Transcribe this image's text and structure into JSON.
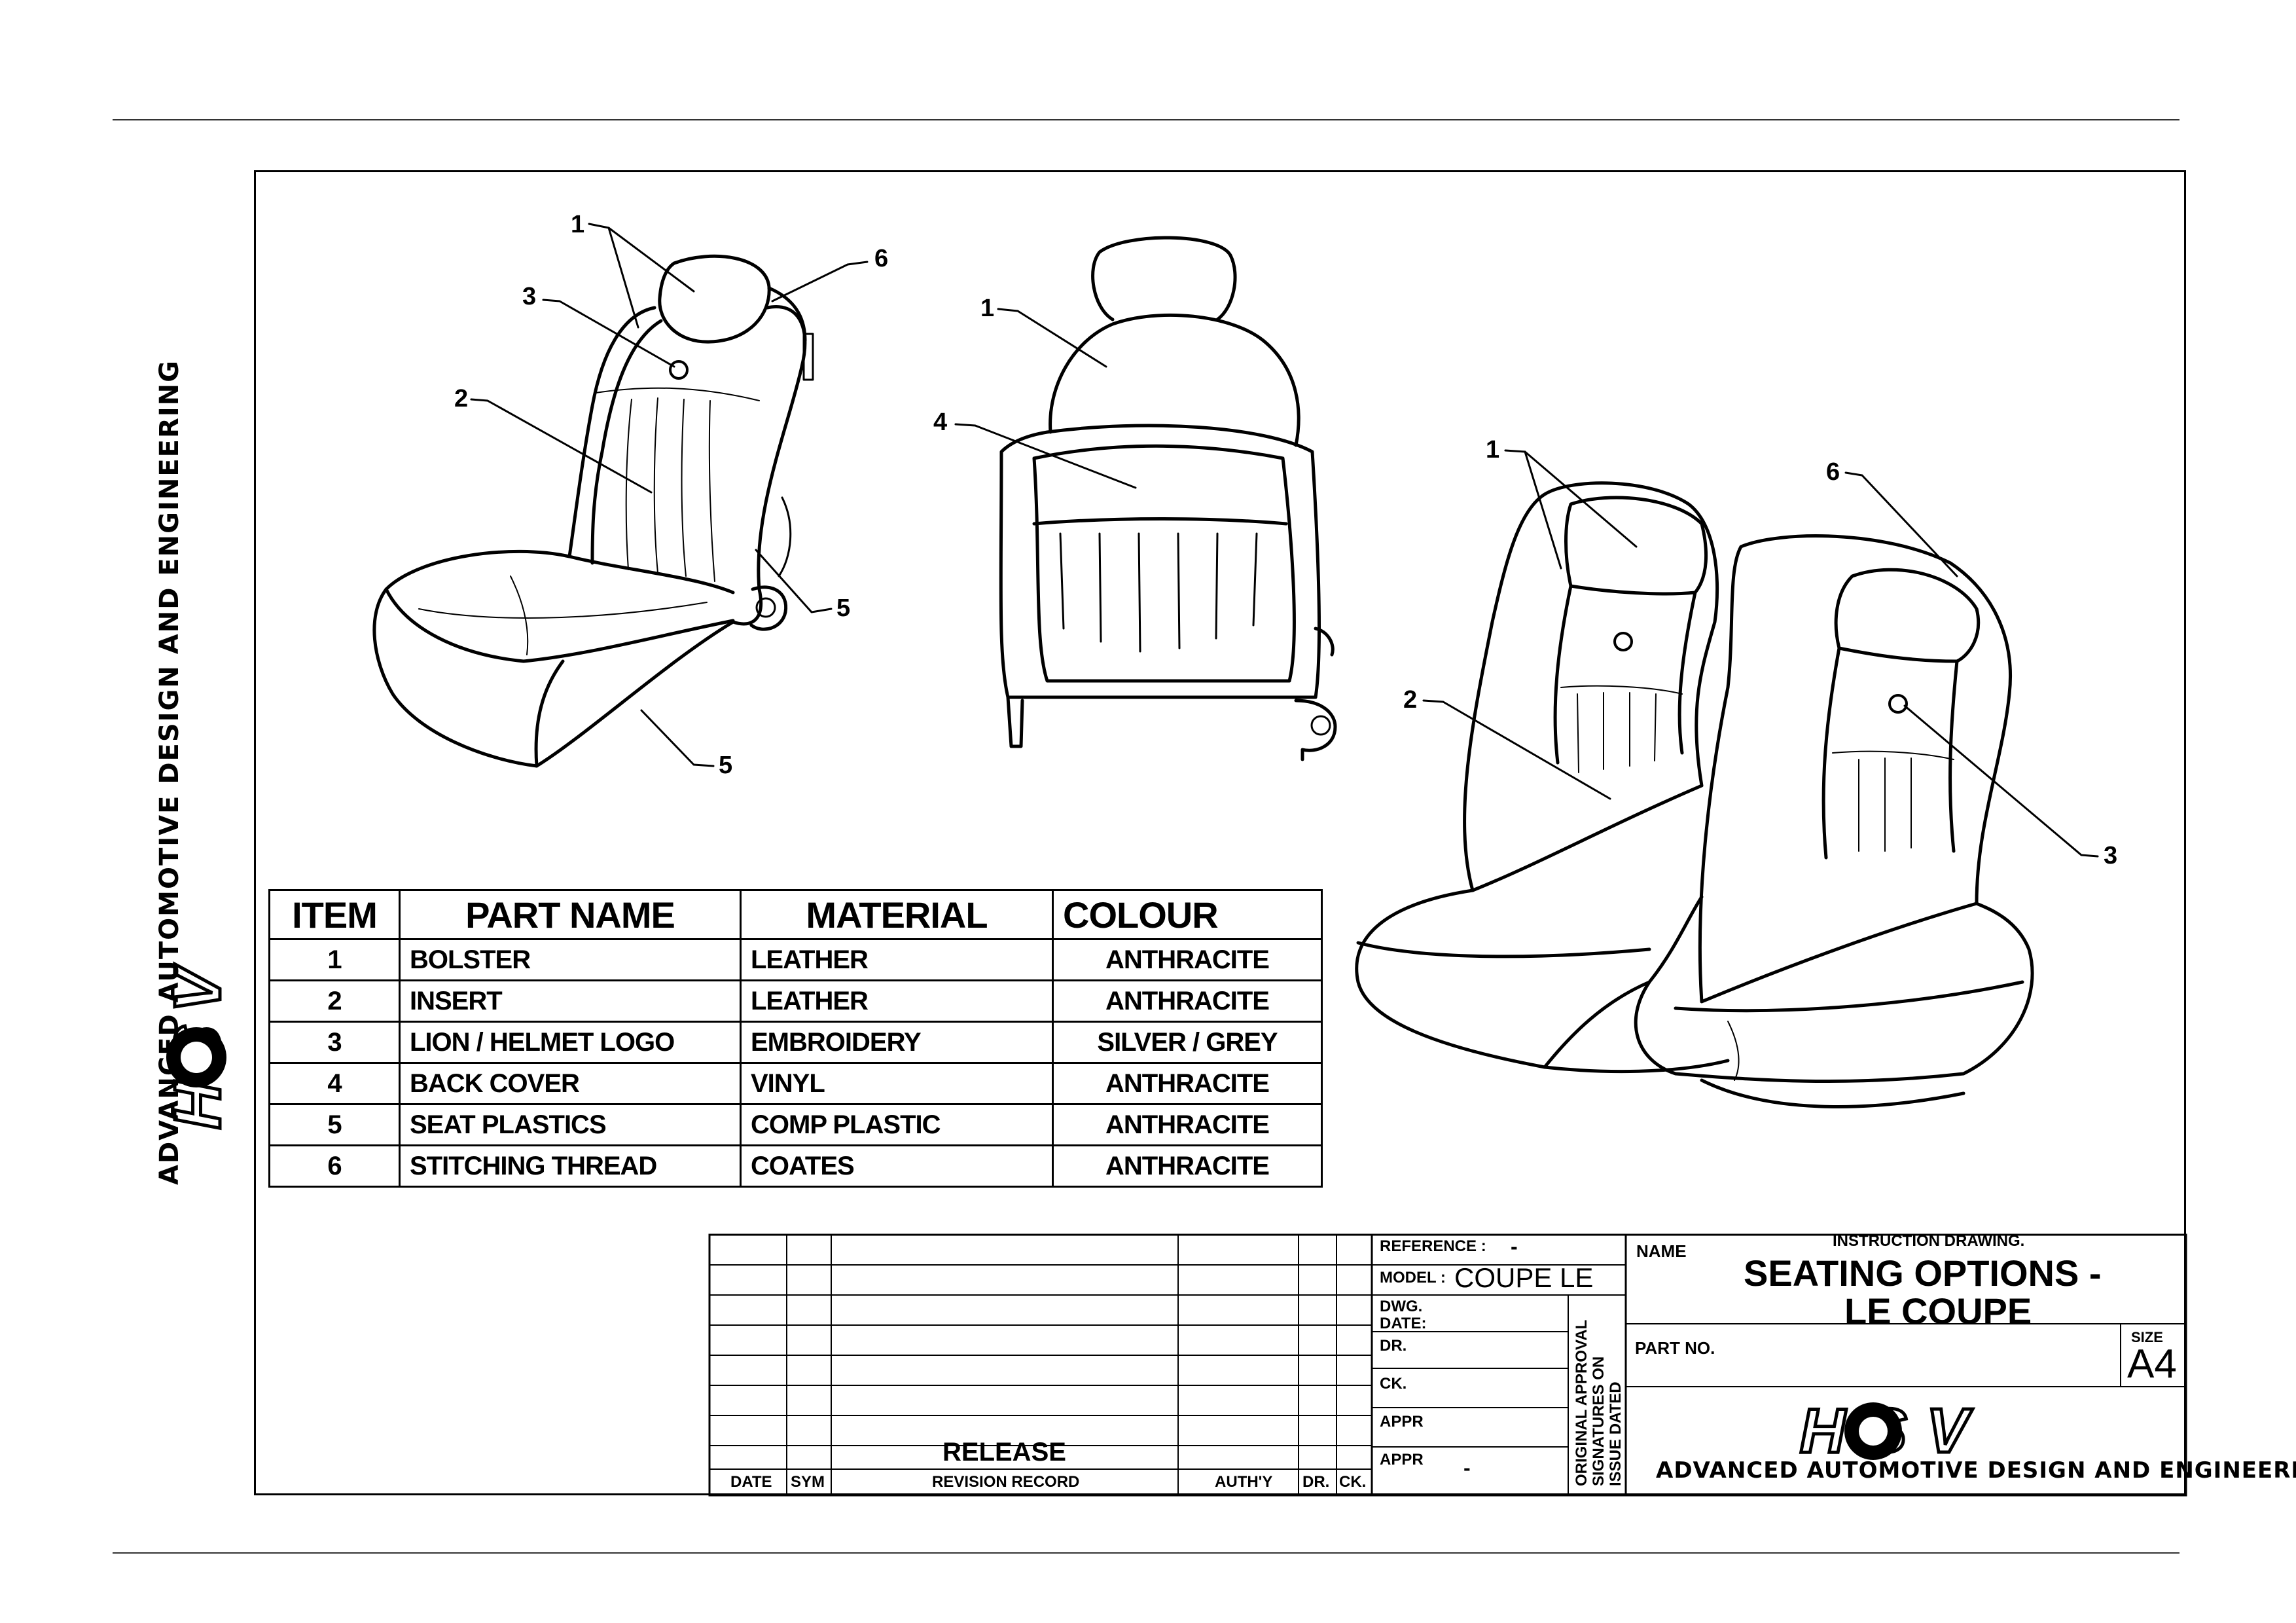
{
  "brand": {
    "logo_text": "HSV",
    "division": "ADVANCED AUTOMOTIVE DESIGN AND ENGINEERING"
  },
  "callouts": {
    "left_seat": [
      "1",
      "3",
      "2",
      "6",
      "5",
      "5"
    ],
    "back_seat": [
      "1",
      "4"
    ],
    "rear_bench": [
      "1",
      "2",
      "6",
      "3"
    ]
  },
  "parts_table": {
    "headers": [
      "ITEM",
      "PART NAME",
      "MATERIAL",
      "COLOUR"
    ],
    "rows": [
      {
        "item": "1",
        "part": "BOLSTER",
        "material": "LEATHER",
        "colour": "ANTHRACITE"
      },
      {
        "item": "2",
        "part": "INSERT",
        "material": "LEATHER",
        "colour": "ANTHRACITE"
      },
      {
        "item": "3",
        "part": "LION / HELMET LOGO",
        "material": "EMBROIDERY",
        "colour": "SILVER / GREY"
      },
      {
        "item": "4",
        "part": "BACK COVER",
        "material": "VINYL",
        "colour": "ANTHRACITE"
      },
      {
        "item": "5",
        "part": "SEAT PLASTICS",
        "material": "COMP PLASTIC",
        "colour": "ANTHRACITE"
      },
      {
        "item": "6",
        "part": "STITCHING THREAD",
        "material": "COATES",
        "colour": "ANTHRACITE"
      }
    ]
  },
  "title_block": {
    "revision": {
      "release": "RELEASE",
      "date": "DATE",
      "sym": "SYM",
      "record": "REVISION RECORD",
      "authy": "AUTH'Y",
      "dr": "DR.",
      "ck": "CK."
    },
    "reference_label": "REFERENCE :",
    "reference_value": "-",
    "model_label": "MODEL :",
    "model_value": "COUPE  LE",
    "dwg_date_label_1": "DWG.",
    "dwg_date_label_2": "DATE:",
    "dr_label": "DR.",
    "ck_label": "CK.",
    "appr_label_1": "APPR",
    "appr_label_2": "APPR",
    "appr_value": "-",
    "approval_note_1": "ORIGINAL APPROVAL",
    "approval_note_2": "SIGNATURES ON",
    "approval_note_3": "ISSUE DATED",
    "name_label": "NAME",
    "drawing_type": "INSTRUCTION DRAWING.",
    "title_line_1": "SEATING OPTIONS -",
    "title_line_2": "LE COUPE",
    "part_no_label": "PART NO.",
    "size_label": "SIZE",
    "size_value": "A4"
  }
}
